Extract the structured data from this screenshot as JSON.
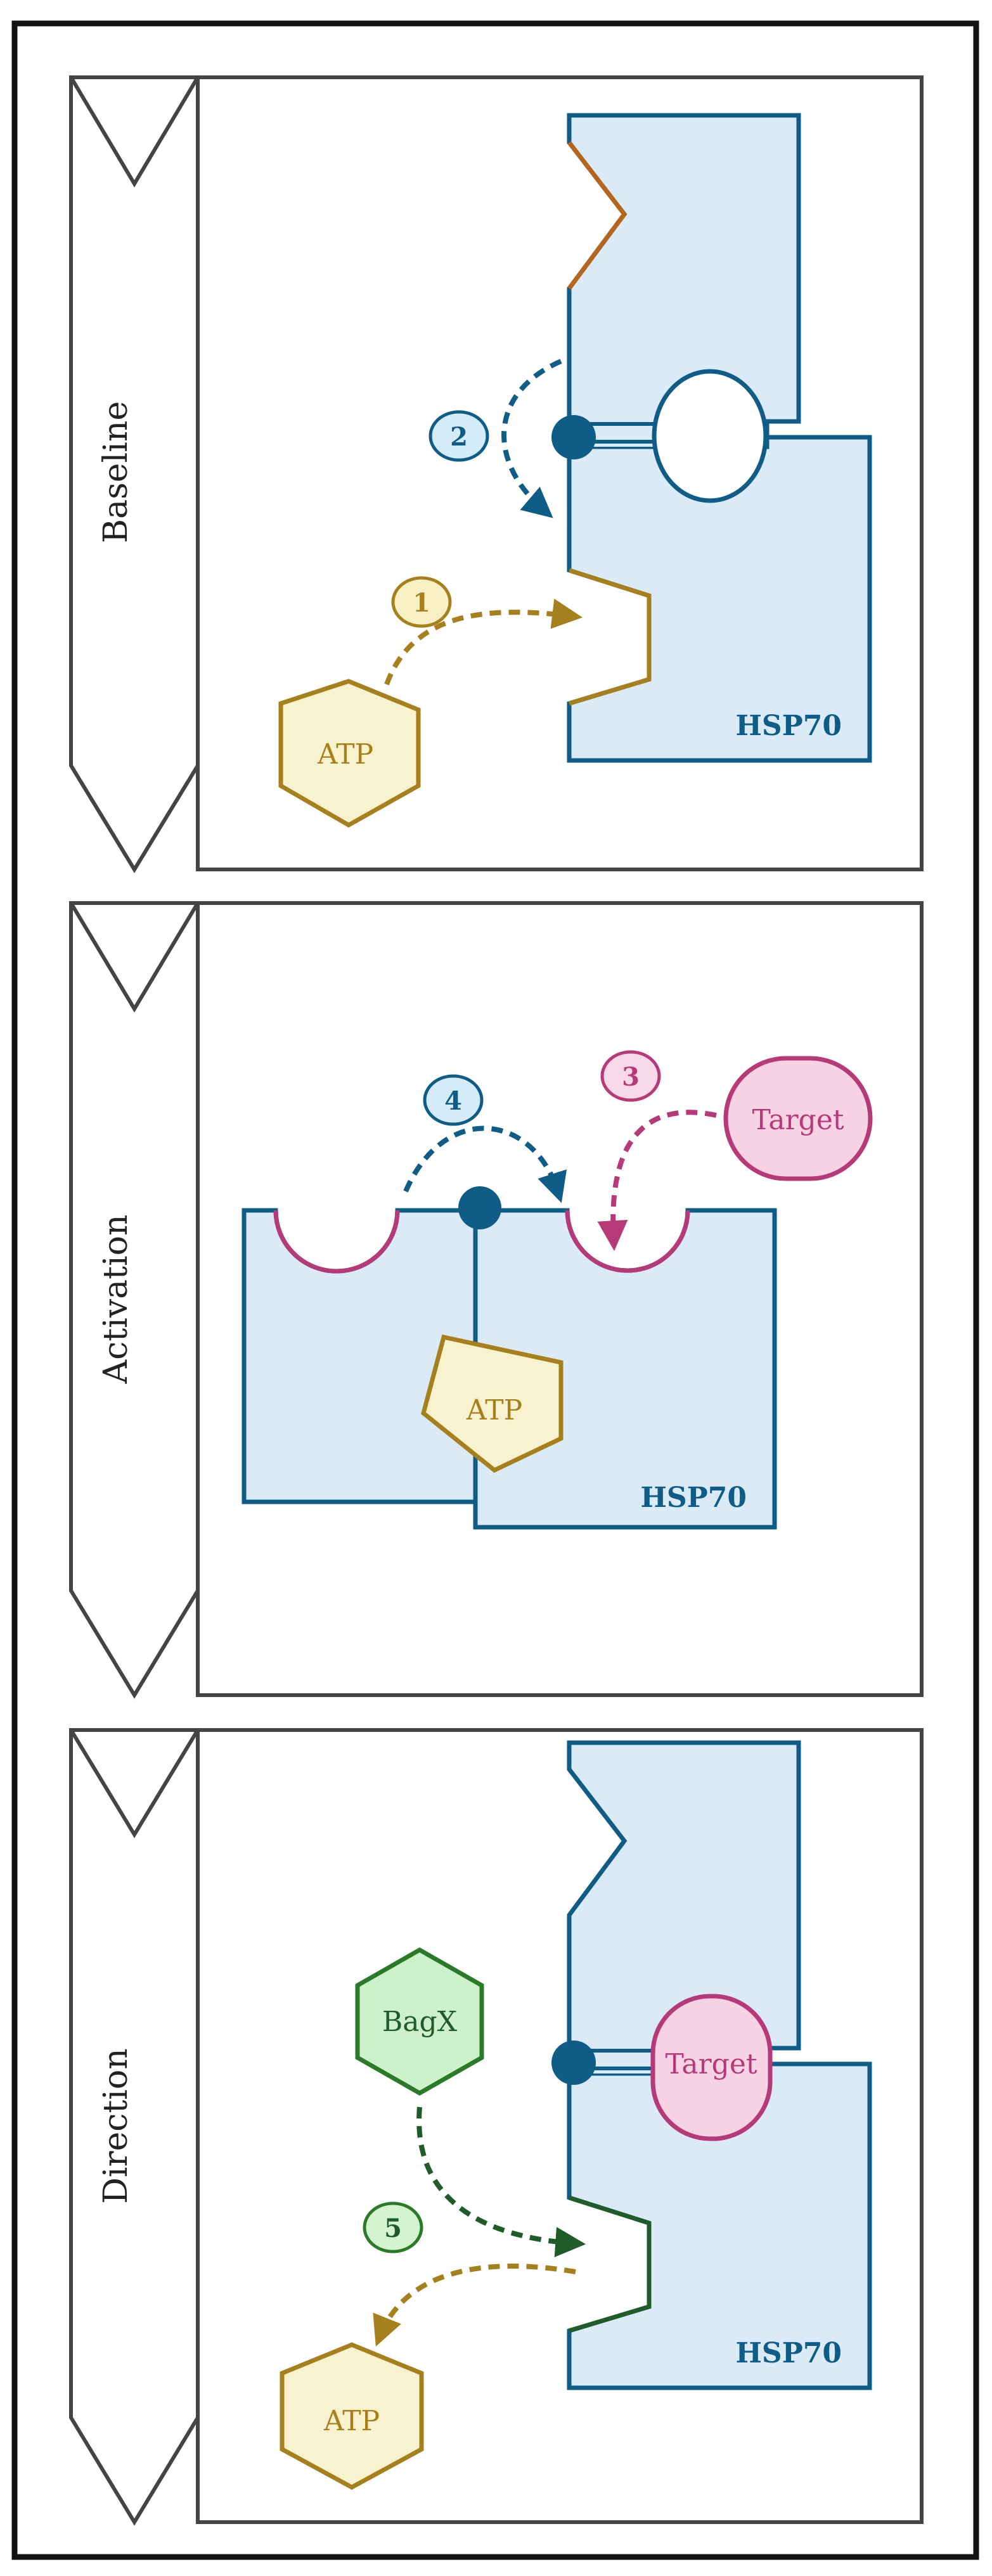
{
  "panels": [
    {
      "label": "Baseline"
    },
    {
      "label": "Activation"
    },
    {
      "label": "Direction"
    }
  ],
  "labels": {
    "hsp70": "HSP70",
    "atp": "ATP",
    "target": "Target",
    "bagx": "BagX"
  },
  "steps": {
    "s1": "1",
    "s2": "2",
    "s3": "3",
    "s4": "4",
    "s5": "5"
  },
  "colors": {
    "frame": "#111111",
    "panel_border": "#444444",
    "hsp70_fill": "#dbeaf7",
    "hsp70_stroke": "#0f5d86",
    "atp_fill": "#f8f2cf",
    "atp_stroke": "#a7801e",
    "target_fill": "#f8d3e4",
    "target_stroke": "#b73a78",
    "bagx_fill": "#cdf1c8",
    "bagx_stroke": "#2a7a2a",
    "step_blue_fill": "#d4ebf9",
    "step_yellow_fill": "#f6f0c4",
    "step_pink_fill": "#f8d9e7",
    "step_green_fill": "#d4f3cf"
  }
}
